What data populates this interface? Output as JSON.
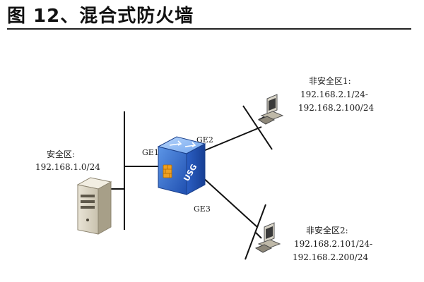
{
  "figure": {
    "title": "图 12、混合式防火墙"
  },
  "zones": {
    "secure": {
      "label": "安全区:",
      "range": "192.168.1.0/24"
    },
    "insecure_1": {
      "label": "非安全区1:",
      "range_start": "192.168.2.1/24-",
      "range_end": "192.168.2.100/24"
    },
    "insecure_2": {
      "label": "非安全区2:",
      "range_start": "192.168.2.101/24-",
      "range_end": "192.168.2.200/24"
    }
  },
  "firewall": {
    "device_label": "USG",
    "ports": [
      "GE1",
      "GE2",
      "GE3"
    ]
  },
  "colors": {
    "firewall_blue": "#2a62c9",
    "firewall_light": "#7fb0f0",
    "firewall_orange": "#f0a020",
    "line": "#111111",
    "title_rule": "#222222"
  }
}
